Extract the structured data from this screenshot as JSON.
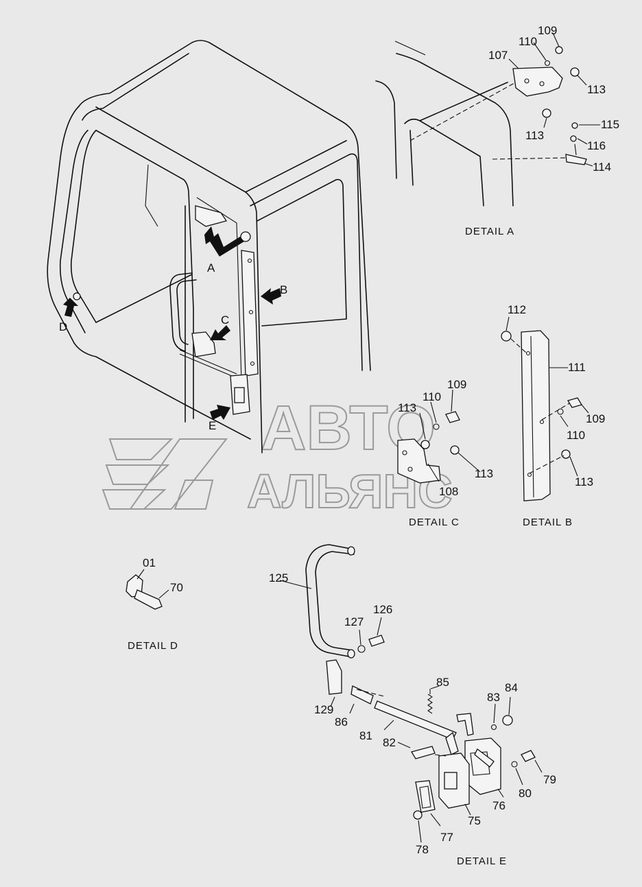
{
  "watermark": {
    "line1": "АВТО",
    "line2": "АЛЬЯНС"
  },
  "view_arrows": [
    "A",
    "B",
    "C",
    "D",
    "E"
  ],
  "details": {
    "a": "DETAIL A",
    "b": "DETAIL B",
    "c": "DETAIL C",
    "d": "DETAIL D",
    "e": "DETAIL E"
  },
  "callouts": {
    "a": [
      "109",
      "110",
      "107",
      "113",
      "113",
      "115",
      "116",
      "114"
    ],
    "b": [
      "112",
      "111",
      "109",
      "110",
      "113"
    ],
    "c": [
      "109",
      "110",
      "113",
      "113",
      "108"
    ],
    "d": [
      "01",
      "70"
    ],
    "e": [
      "125",
      "126",
      "127",
      "129",
      "85",
      "86",
      "81",
      "83",
      "84",
      "82",
      "79",
      "80",
      "76",
      "75",
      "77",
      "78"
    ]
  }
}
